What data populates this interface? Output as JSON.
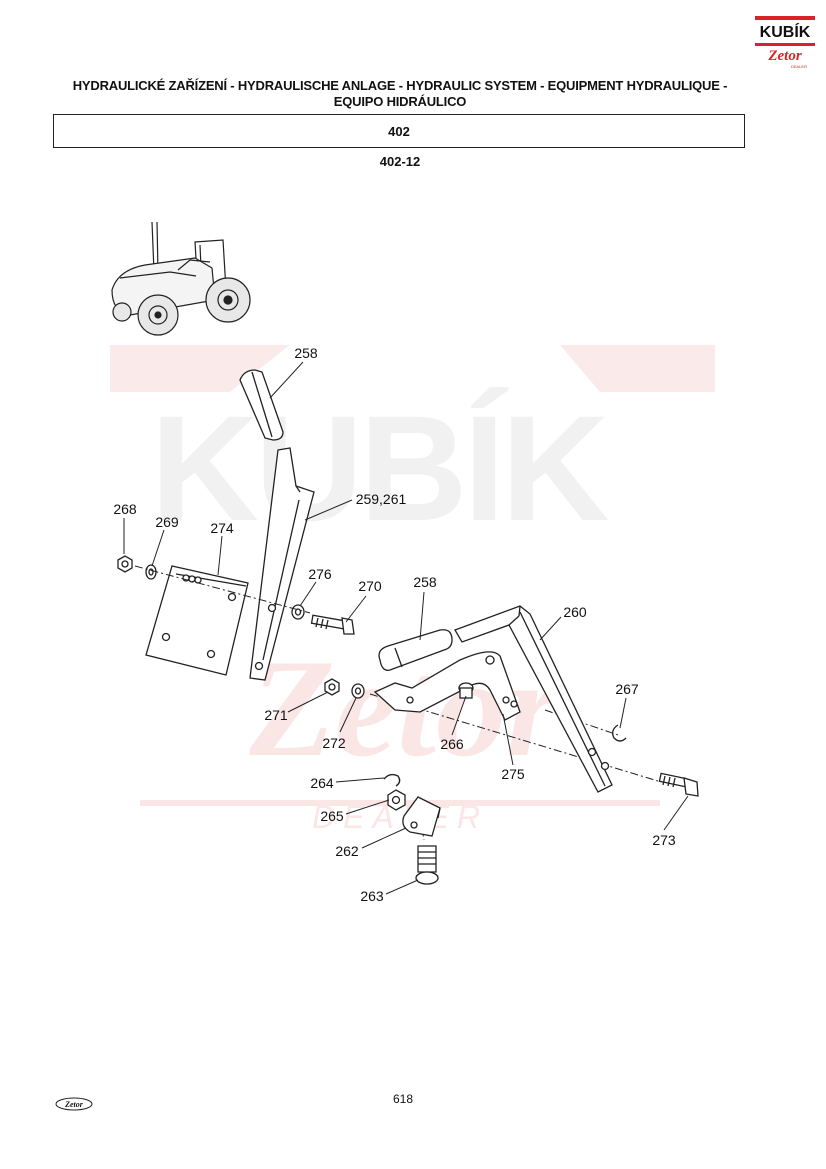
{
  "header": {
    "title_line1": "HYDRAULICKÉ ZAŘÍZENÍ - HYDRAULISCHE ANLAGE - HYDRAULIC SYSTEM - EQUIPMENT HYDRAULIQUE -",
    "title_line2": "EQUIPO HIDRÁULICO",
    "section": "402",
    "subsection": "402-12"
  },
  "logo": {
    "brand": "KUBÍK",
    "sub": "Zetor",
    "tag": "DEALER",
    "accent": "#d8232a"
  },
  "watermark": {
    "brand": "KUBÍK",
    "sub": "Zetor",
    "tag": "DEALER",
    "color": "#f2dcdc"
  },
  "part_labels": {
    "p258a": "258",
    "p259": "259,261",
    "p268": "268",
    "p269": "269",
    "p274": "274",
    "p276": "276",
    "p270": "270",
    "p258b": "258",
    "p260": "260",
    "p267": "267",
    "p271": "271",
    "p272": "272",
    "p266": "266",
    "p275": "275",
    "p264": "264",
    "p265": "265",
    "p262": "262",
    "p263": "263",
    "p273": "273"
  },
  "footer": {
    "page": "618",
    "logo_text": "Zetor"
  }
}
